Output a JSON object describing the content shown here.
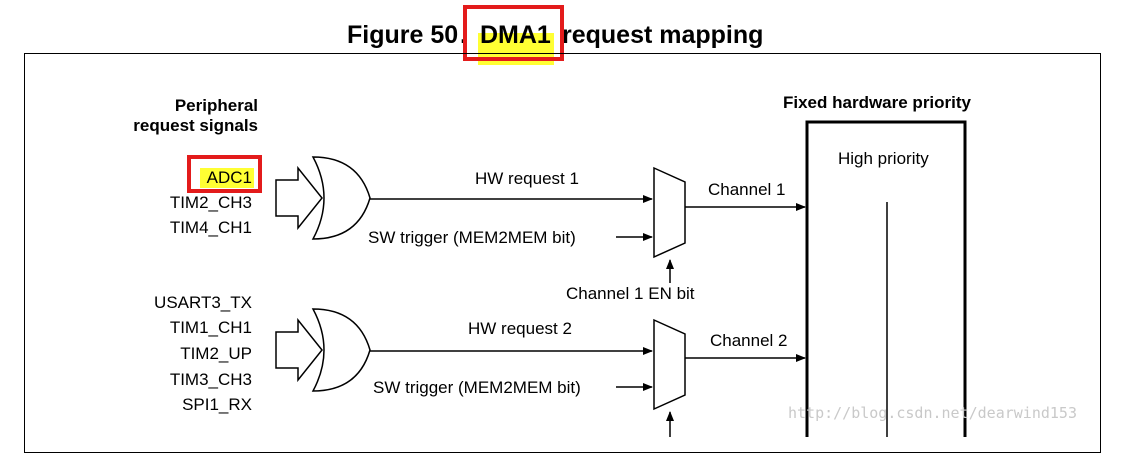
{
  "figure": {
    "title_prefix": "Figure 50",
    "title_sep": ".",
    "title_highlight": "DMA1",
    "title_suffix": "request mapping"
  },
  "diagram": {
    "peripheral_heading": [
      "Peripheral",
      "request signals"
    ],
    "fixed_priority_heading": "Fixed hardware priority",
    "high_priority_label": "High priority",
    "groups": [
      {
        "signals": [
          "ADC1",
          "TIM2_CH3",
          "TIM4_CH1"
        ],
        "highlighted_signal": "ADC1",
        "hw_request": "HW request 1",
        "sw_trigger": "SW trigger (MEM2MEM bit)",
        "channel": "Channel 1",
        "enable_bit": "Channel 1 EN bit"
      },
      {
        "signals": [
          "USART3_TX",
          "TIM1_CH1",
          "TIM2_UP",
          "TIM3_CH3",
          "SPI1_RX"
        ],
        "hw_request": "HW request 2",
        "sw_trigger": "SW trigger (MEM2MEM bit)",
        "channel": "Channel 2"
      }
    ],
    "highlight_color": "#ffff33",
    "callout_color": "#e31b1b"
  },
  "watermark": "http://blog.csdn.net/dearwind153"
}
